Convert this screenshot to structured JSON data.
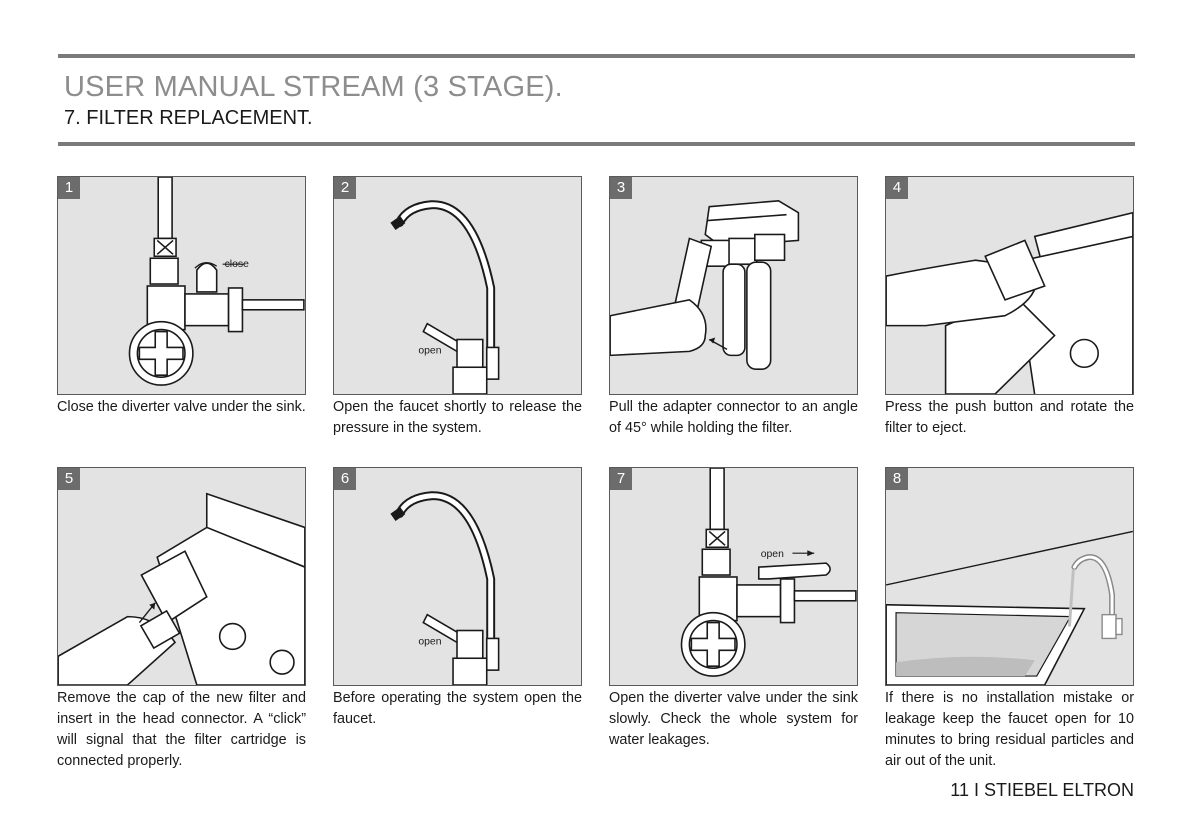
{
  "header": {
    "title": "USER MANUAL STREAM (3 STAGE).",
    "subtitle": "7. FILTER REPLACEMENT."
  },
  "steps": [
    {
      "number": "1",
      "illustration": "diverter-valve",
      "label": "close",
      "caption": "Close the diverter valve under the sink."
    },
    {
      "number": "2",
      "illustration": "faucet",
      "label": "open",
      "caption": "Open the faucet shortly to release the pressure in the system."
    },
    {
      "number": "3",
      "illustration": "filter-unit-hand",
      "label": "",
      "caption": "Pull the adapter connector to an angle of 45° while holding the filter."
    },
    {
      "number": "4",
      "illustration": "push-button-rotate",
      "label": "",
      "caption": "Press the push button and rotate the filter to eject."
    },
    {
      "number": "5",
      "illustration": "insert-filter",
      "label": "",
      "caption": "Remove the cap of the new filter and insert in the head connector. A “click” will signal that the filter cartridge is connected properly."
    },
    {
      "number": "6",
      "illustration": "faucet",
      "label": "open",
      "caption": "Before operating the system open the faucet."
    },
    {
      "number": "7",
      "illustration": "diverter-valve",
      "label": "open",
      "caption": "Open the diverter valve under the sink slowly. Check the whole system for water leakages."
    },
    {
      "number": "8",
      "illustration": "sink-faucet",
      "label": "",
      "caption": "If there is no installation mistake or leakage keep the faucet open for 10 minutes to bring residual particles and air out of the unit."
    }
  ],
  "footer": {
    "page": "11 I STIEBEL ELTRON"
  }
}
